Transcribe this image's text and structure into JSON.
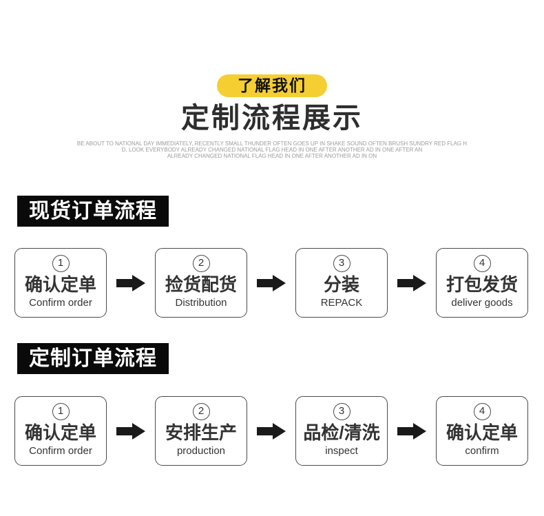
{
  "header": {
    "badge": "了解我们",
    "badge_bg": "#F5CE32",
    "title": "定制流程展示",
    "subtitle_lines": [
      "BE ABOUT TO NATIONAL DAY IMMEDIATELY, RECENTLY SMALL THUNDER OFTEN GOES UP IN SHAKE SOUND OFTEN BRUSH SUNDRY RED FLAG H",
      "D, LOOK EVERYBODY ALREADY CHANGED NATIONAL FLAG HEAD IN ONE AFTER ANOTHER AD IN ONE AFTER AN",
      "ALREADY CHANGED NATIONAL FLAG HEAD IN ONE AFTER ANOTHER AD IN ON"
    ]
  },
  "colors": {
    "badge_yellow": "#F5CE32",
    "banner_black": "#0a0a0a",
    "box_border_gray": "#4a4a4a",
    "text_dark": "#333333",
    "subtitle_gray": "#9b9b9b"
  },
  "sections": [
    {
      "banner": "现货订单流程",
      "steps": [
        {
          "num": "1",
          "zh": "确认定单",
          "en": "Confirm order"
        },
        {
          "num": "2",
          "zh": "捡货配货",
          "en": "Distribution"
        },
        {
          "num": "3",
          "zh": "分装",
          "en": "REPACK"
        },
        {
          "num": "4",
          "zh": "打包发货",
          "en": "deliver goods"
        }
      ]
    },
    {
      "banner": "定制订单流程",
      "steps": [
        {
          "num": "1",
          "zh": "确认定单",
          "en": "Confirm order"
        },
        {
          "num": "2",
          "zh": "安排生产",
          "en": "production"
        },
        {
          "num": "3",
          "zh": "品检/清洗",
          "en": "inspect"
        },
        {
          "num": "4",
          "zh": "确认定单",
          "en": "confirm"
        }
      ]
    }
  ]
}
